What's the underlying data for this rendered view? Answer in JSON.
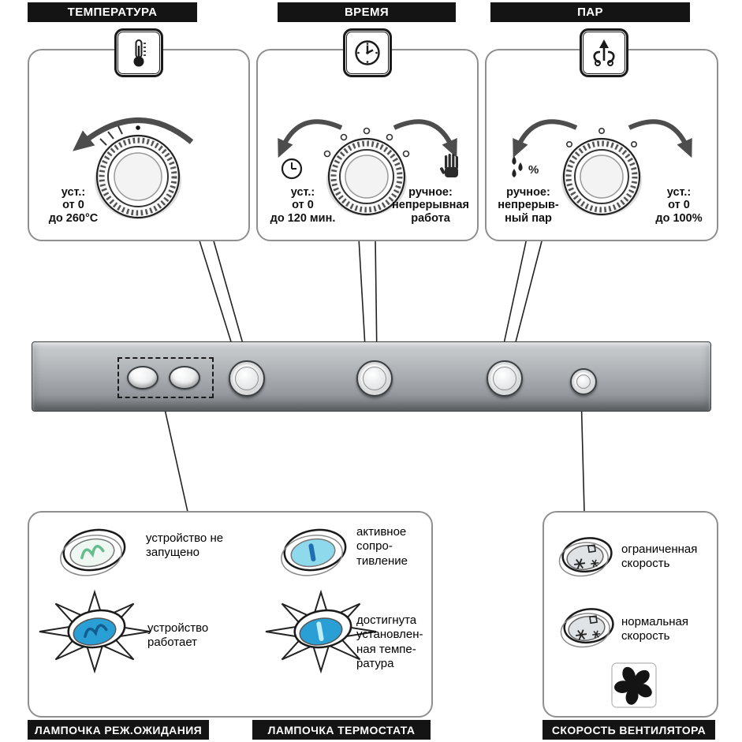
{
  "headers": {
    "temperature": "ТЕМПЕРАТУРА",
    "time": "ВРЕМЯ",
    "steam": "ПАР"
  },
  "temperature_panel": {
    "set_range": "уст.:\nот 0\nдо 260°C"
  },
  "time_panel": {
    "set_range": "уст.:\nот 0\nдо 120 мин.",
    "manual": "ручное:\nнепрерывная\nработа"
  },
  "steam_panel": {
    "manual": "ручное:\nнепрерыв-\nный пар",
    "set_range": "уст.:\nот 0\nдо 100%"
  },
  "standby": {
    "off": "устройство не\nзапущено",
    "on": "устройство\nработает"
  },
  "thermostat": {
    "active": "активное\nсопро-\nтивление",
    "reached": "достигнута\nустановлен-\nная темпе-\nратура"
  },
  "fan": {
    "limited": "ограниченная\nскорость",
    "normal": "нормальная\nскорость"
  },
  "footers": {
    "standby": "ЛАМПОЧКА РЕЖ.ОЖИДАНИЯ",
    "thermostat": "ЛАМПОЧКА ТЕРМОСТАТА",
    "fan": "СКОРОСТЬ ВЕНТИЛЯТОРА"
  },
  "icons": {
    "temperature": "thermometer-icon",
    "time": "clock-icon",
    "steam": "steam-icon",
    "manual_mode": "hand-icon",
    "timer_mode": "small-clock-icon",
    "steam_manual": "droplets-percent-icon",
    "fan": "fan-icon",
    "snowflake_glyph": "❄"
  },
  "colors": {
    "header_bg": "#141414",
    "panel_border": "#8f8f8f",
    "strip_top": "#cdd0d3",
    "strip_bottom": "#7e8286",
    "lamp_green": "#63bd8e",
    "lamp_blue": "#2a9fd6",
    "lamp_cyan": "#8fd9ec",
    "glyph_dark_blue": "#1f6fb0"
  }
}
